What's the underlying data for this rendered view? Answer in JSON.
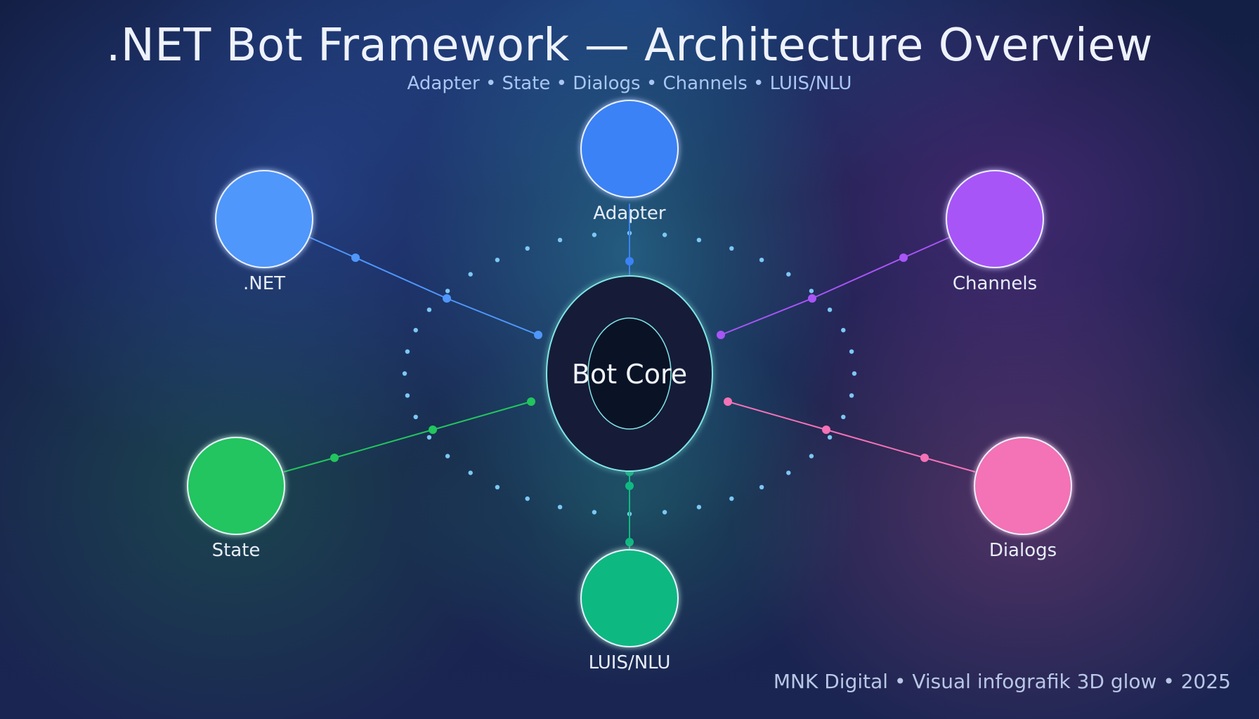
{
  "header": {
    "title": ".NET Bot Framework — Architecture Overview",
    "subtitle": "Adapter • State • Dialogs • Channels • LUIS/NLU"
  },
  "core": {
    "label": "Bot Core",
    "fill": "#141b38",
    "inner_fill": "#0a1226",
    "stroke": "#7fe6e6"
  },
  "nodes": [
    {
      "id": "adapter",
      "label": "Adapter",
      "color": "#3b82f6"
    },
    {
      "id": "dotnet",
      "label": ".NET",
      "color": "#4f97fb"
    },
    {
      "id": "channels",
      "label": "Channels",
      "color": "#a855f7"
    },
    {
      "id": "state",
      "label": "State",
      "color": "#22c55e"
    },
    {
      "id": "dialogs",
      "label": "Dialogs",
      "color": "#f472b6"
    },
    {
      "id": "luis",
      "label": "LUIS/NLU",
      "color": "#10b981"
    }
  ],
  "ring_dot_color": "#7cc8f5",
  "footer": {
    "text": "MNK Digital • Visual infografik 3D glow • 2025"
  }
}
